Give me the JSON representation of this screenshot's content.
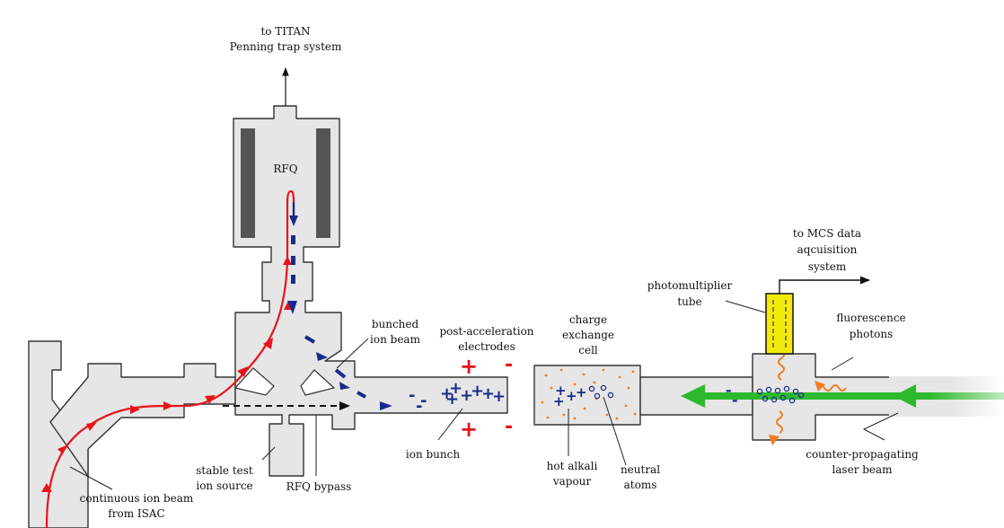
{
  "labels": {
    "to_titan_line1": "to TITAN",
    "to_titan_line2": "Penning trap system",
    "rfq": "RFQ",
    "to_mcs_line1": "to MCS data",
    "to_mcs_line2": "aqcuisition",
    "to_mcs_line3": "system",
    "pmt_line1": "photomultiplier",
    "pmt_line2": "tube",
    "bunched_line1": "bunched",
    "bunched_line2": "ion beam",
    "postacc_line1": "post-acceleration",
    "postacc_line2": "electrodes",
    "cec_line1": "charge",
    "cec_line2": "exchange",
    "cec_line3": "cell",
    "fluor_line1": "fluorescence",
    "fluor_line2": "photons",
    "stable_line1": "stable test",
    "stable_line2": "ion source",
    "rfq_bypass": "RFQ bypass",
    "ion_bunch": "ion bunch",
    "hot_line1": "hot alkali",
    "hot_line2": "vapour",
    "neutral_line1": "neutral",
    "neutral_line2": "atoms",
    "laser_line1": "counter-propagating",
    "laser_line2": "laser beam",
    "continuous_line1": "continuous ion beam",
    "continuous_line2": "from ISAC"
  },
  "signs": {
    "plus": "+",
    "minus": "-"
  },
  "colors": {
    "pipe_fill": "#e6e6e6",
    "ion_beam": "#e8141b",
    "bunched_beam": "#1a2a8a",
    "laser": "#2db82d",
    "pmt": "#f2ea0a",
    "photons": "#f07d22",
    "vapour": "#f07d22"
  }
}
